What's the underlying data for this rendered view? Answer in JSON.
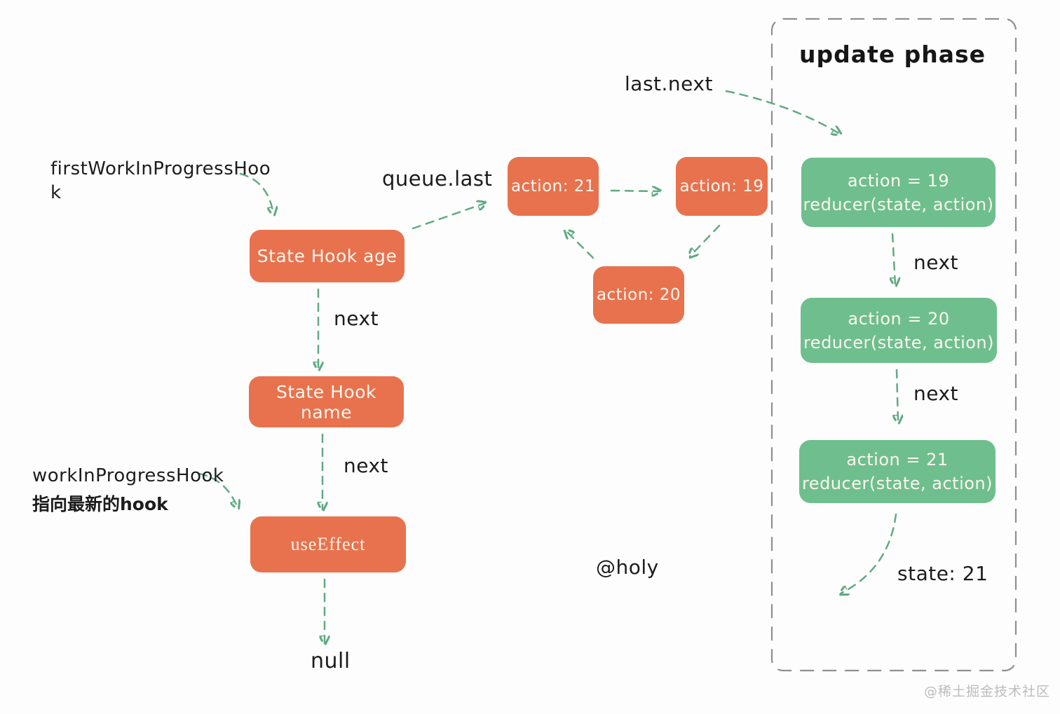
{
  "page": {
    "background": "#fdfdfd"
  },
  "colors": {
    "node_orange": "#e8724e",
    "node_green": "#6fbf8e",
    "arrow_green": "#61aa82",
    "frame_gray": "#8f8f8f",
    "text_black": "#1c1c1c",
    "node_text": "#fdf6ee",
    "watermark_gray": "#bcbcbc"
  },
  "annotations": {
    "first_wip_line1": "firstWorkInProgressHoo",
    "first_wip_line2": "k",
    "queue_last": "queue.last",
    "last_next": "last.next",
    "wip_hook": "workInProgressHook",
    "wip_hook_note": "指向最新的hook",
    "null_label": "null",
    "at_holy": "@holy",
    "state_21": "state: 21",
    "watermark": "@稀土掘金技术社区"
  },
  "hook_chain": {
    "boxes": [
      "State Hook age",
      "State Hook name",
      "useEffect"
    ],
    "next_labels": [
      "next",
      "next"
    ]
  },
  "queue": {
    "boxes": [
      "action: 21",
      "action: 19",
      "action: 20"
    ]
  },
  "update_phase": {
    "title": "update phase",
    "boxes": [
      {
        "line1": "action = 19",
        "line2": "reducer(state, action)"
      },
      {
        "line1": "action = 20",
        "line2": "reducer(state, action)"
      },
      {
        "line1": "action = 21",
        "line2": "reducer(state, action)"
      }
    ],
    "next_labels": [
      "next",
      "next"
    ]
  }
}
